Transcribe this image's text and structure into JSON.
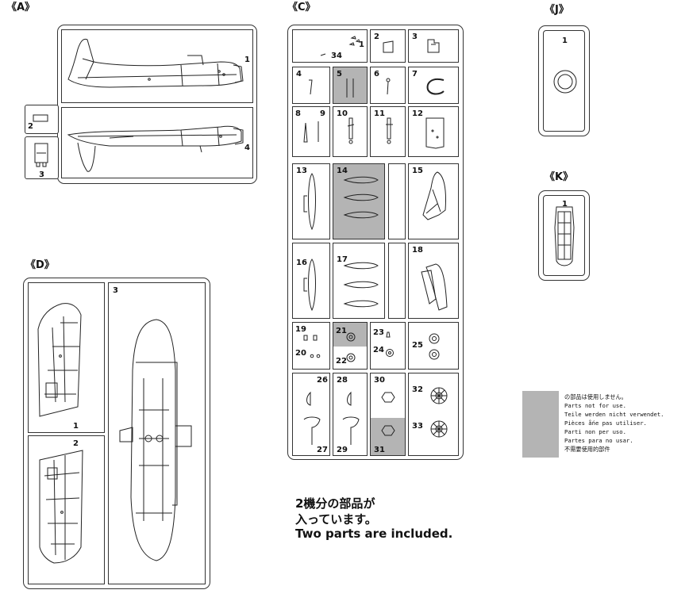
{
  "sections": {
    "A": {
      "title": "《A》",
      "parts": [
        "1",
        "2",
        "3",
        "4"
      ]
    },
    "C": {
      "title": "《C》",
      "parts": [
        "1",
        "2",
        "3",
        "4",
        "5",
        "6",
        "7",
        "8",
        "9",
        "10",
        "11",
        "12",
        "13",
        "14",
        "15",
        "16",
        "17",
        "18",
        "19",
        "20",
        "21",
        "22",
        "23",
        "24",
        "25",
        "26",
        "27",
        "28",
        "29",
        "30",
        "31",
        "32",
        "33",
        "34"
      ]
    },
    "D": {
      "title": "《D》",
      "parts": [
        "1",
        "2",
        "3"
      ]
    },
    "J": {
      "title": "《J》",
      "parts": [
        "1"
      ]
    },
    "K": {
      "title": "《K》",
      "parts": [
        "1"
      ]
    }
  },
  "legend": {
    "swatch_color": "#b4b4b4",
    "lines": [
      "の部品は使用しません。",
      "Parts not for use.",
      "Teile werden nicht verwendet.",
      "Pièces ǻne pas utiliser.",
      "Parti non per uso.",
      "Partes para no usar.",
      "不需要使用的部件"
    ]
  },
  "note": {
    "line1": "2機分の部品が",
    "line2": "入っています。",
    "line3": "Two parts are included."
  }
}
